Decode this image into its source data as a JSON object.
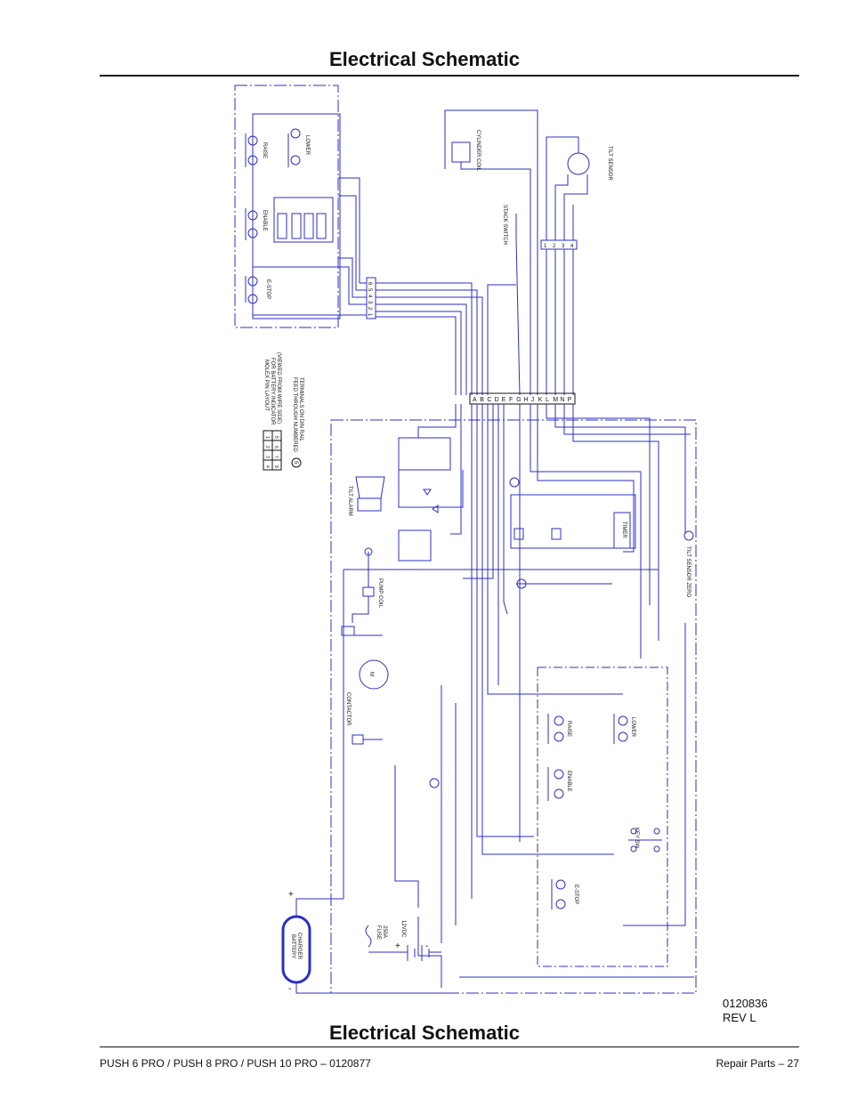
{
  "page": {
    "title_top": "Electrical Schematic",
    "title_bottom": "Electrical Schematic",
    "doc_number": "0120836",
    "revision": "REV L",
    "footer_left": "PUSH 6 PRO / PUSH 8 PRO / PUSH 10 PRO – 0120877",
    "footer_right": "Repair Parts – 27"
  },
  "schematic": {
    "labels": {
      "raise_top": "RAISE",
      "lower_top": "LOWER",
      "enable_top": "ENABLE",
      "estop_top": "E-STOP",
      "cylinder_coil": "CYLINDER COIL",
      "stack_switch": "STACK SWITCH",
      "tilt_sensor": "TILT SENSOR",
      "tilt_alarm": "TILT ALARM",
      "pump_coil": "PUMP COIL",
      "contactor": "CONTACTOR",
      "motor": "M",
      "timer": "TIMER",
      "tilt_sensor_zero": "TILT SENSOR ZERO",
      "raise_bottom": "RAISE",
      "lower_bottom": "LOWER",
      "enable_bottom": "ENABLE",
      "key_sw": "KEY SW",
      "estop_bottom": "E-STOP",
      "fuse": "FUSE",
      "fuse_rating": "250A",
      "voltage": "12VDC",
      "battery_charger_1": "BATTERY",
      "battery_charger_2": "CHARGER",
      "plus": "+",
      "minus": "-"
    },
    "legend": {
      "line1": "MOLEX PIN LAYOUT",
      "line2": "FOR BATTERY INDICATOR",
      "line3": "(VIEWED FROM WIRE SIDE)",
      "pins_top": [
        "1",
        "2",
        "3",
        "4"
      ],
      "pins_bottom": [
        "5",
        "6",
        "7",
        "8"
      ],
      "feed_symbol": "5",
      "feed_line1": "FEED THROUGH NUMBERED",
      "feed_line2": "TERMINALS ON DIN RAIL"
    },
    "terminal_strip": [
      "A",
      "B",
      "C",
      "D",
      "E",
      "F",
      "G",
      "H",
      "J",
      "K",
      "L",
      "M",
      "N",
      "P"
    ],
    "upper_connector": [
      "1",
      "2",
      "3",
      "4",
      "5",
      "6"
    ],
    "tilt_connector": [
      "1",
      "2",
      "3",
      "4"
    ]
  }
}
